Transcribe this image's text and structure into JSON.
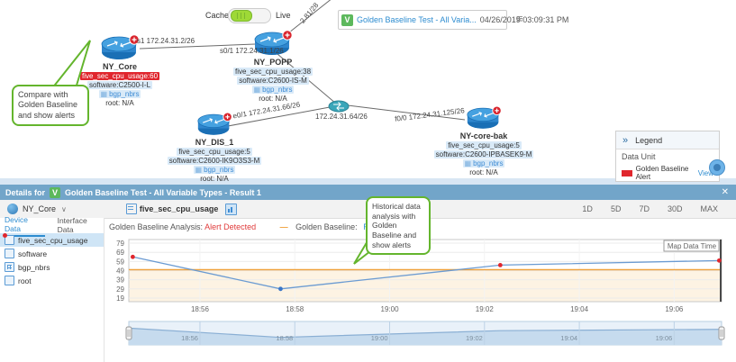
{
  "map": {
    "cache_label": "Cache",
    "live_label": "Live",
    "menu_icon": "≡",
    "selector": {
      "badge": "V",
      "title": "Golden Baseline Test - All Varia...",
      "timestamp": "04/26/2019 03:09:31 PM"
    },
    "links": [
      "s1 172.24.31.2/26",
      "s0/1 172.24.31.1/26",
      "e0/1 172.24.31.66/26",
      "172.24.31.64/26",
      "f0/0 172.24.31.125/26",
      "2.81/28"
    ],
    "devices": [
      {
        "name": "NY_Core",
        "cpu": "five_sec_cpu_usage:60",
        "software": "software:C2500-I-L",
        "bgp": "bgp_nbrs",
        "root": "root: N/A"
      },
      {
        "name": "NY_POPP",
        "cpu": "five_sec_cpu_usage:38",
        "software": "software:C2600-IS-M",
        "bgp": "bgp_nbrs",
        "root": "root: N/A"
      },
      {
        "name": "NY_DIS_1",
        "cpu": "five_sec_cpu_usage:5",
        "software": "software:C2600-IK9O3S3-M",
        "bgp": "bgp_nbrs",
        "root": "root: N/A"
      },
      {
        "name": "NY-core-bak",
        "cpu": "five_sec_cpu_usage:5",
        "software": "software:C2600-IPBASEK9-M",
        "bgp": "bgp_nbrs",
        "root": "root: N/A"
      }
    ],
    "callout": "Compare with Golden Baseline and show alerts",
    "legend": {
      "collapse": "»",
      "title": "Legend",
      "section": "Data Unit",
      "alert_label": "Golden Baseline Alert",
      "view_label": "View"
    }
  },
  "details": {
    "header": {
      "prefix": "Details for",
      "badge": "V",
      "title": "Golden Baseline Test - All Variable Types - Result 1",
      "close": "✕"
    },
    "toolbar": {
      "device": "NY_Core",
      "chevron": "∨",
      "tab": "five_sec_cpu_usage",
      "ranges": [
        "1D",
        "5D",
        "7D",
        "30D",
        "MAX"
      ]
    },
    "sidebar": {
      "tabs": [
        "Device Data",
        "Interface Data"
      ],
      "items": [
        "five_sec_cpu_usage",
        "software",
        "bgp_nbrs",
        "root"
      ]
    },
    "analysis": {
      "label": "Golden Baseline Analysis:",
      "status": "Alert Detected",
      "dash": "—",
      "baseline_label": "Golden Baseline:",
      "range": "Range: 0 -- 50"
    },
    "callout": "Historical data analysis with Golden Baseline and show alerts"
  },
  "chart_data": {
    "type": "line",
    "title": "Golden Baseline Analysis",
    "series": [
      {
        "name": "five_sec_cpu_usage",
        "points": [
          {
            "time": "18:54:35",
            "value": 64,
            "alert": true
          },
          {
            "time": "18:57:42",
            "value": 29,
            "alert": false
          },
          {
            "time": "19:02:20",
            "value": 55,
            "alert": true
          },
          {
            "time": "19:06:57",
            "value": 60,
            "alert": true
          }
        ]
      }
    ],
    "x_domain": [
      "18:54:30",
      "19:07:00"
    ],
    "x_ticks": [
      "18:56",
      "18:58",
      "19:00",
      "19:02",
      "19:04",
      "19:06"
    ],
    "y_ticks": [
      79,
      69,
      59,
      49,
      39,
      29,
      19
    ],
    "y_domain": [
      15,
      83
    ],
    "baseline": {
      "upper": 50,
      "color": "#f0a23c",
      "band_color": "#fdf3e3"
    },
    "line_color": "#6b9bd2",
    "point_color": "#3a76c8",
    "alert_color": "#e0262d",
    "map_data_time_label": "Map Data Time",
    "legend_position": "none",
    "grid": true
  }
}
